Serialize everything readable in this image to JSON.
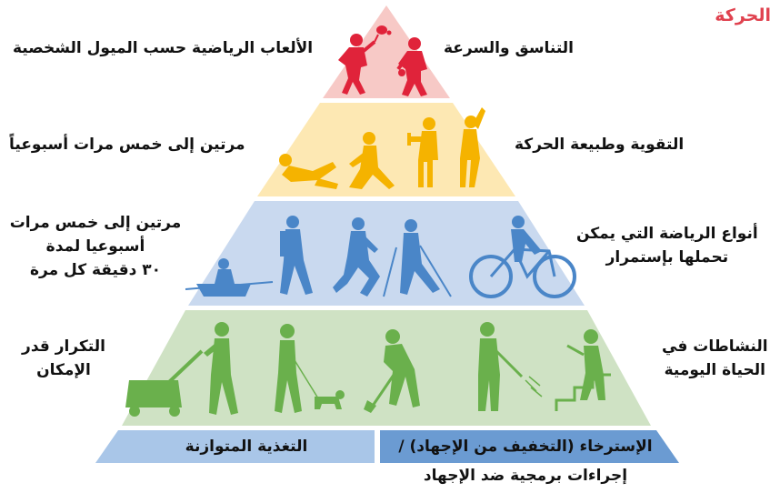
{
  "title": "الحركة",
  "tiers": [
    {
      "id": "top",
      "right_label": [
        "التناسق والسرعة"
      ],
      "left_label": [
        "الألعاب الرياضية حسب الميول الشخصية"
      ],
      "color": "#f7c9c6",
      "figure_color": "#e0233a",
      "figures": [
        "table-tennis-player-icon",
        "table-tennis-player-icon"
      ]
    },
    {
      "id": "second",
      "right_label": [
        "التقوية وطبيعة الحركة"
      ],
      "left_label": [
        "مرتين إلى خمس مرات أسبوعياً"
      ],
      "color": "#fde8b3",
      "figure_color": "#f5b300",
      "figures": [
        "situp-icon",
        "lunge-stretch-icon",
        "dumbbell-curl-icon",
        "side-stretch-icon"
      ]
    },
    {
      "id": "third",
      "right_label": [
        "أنواع الرياضة التي يمكن",
        "تحملها بإستمرار"
      ],
      "left_label": [
        "مرتين إلى خمس مرات",
        "أسبوعيا لمدة",
        "٣٠ دقيقة كل مرة"
      ],
      "color": "#c9d9ef",
      "figure_color": "#4a86c8",
      "figures": [
        "rowing-icon",
        "hiking-icon",
        "jogging-icon",
        "nordic-walking-icon",
        "cycling-icon"
      ]
    },
    {
      "id": "base",
      "right_label": [
        "النشاطات في",
        "الحياة اليومية"
      ],
      "left_label": [
        "التكرار قدر",
        "الإمكان"
      ],
      "color": "#cfe2c4",
      "figure_color": "#6ab04c",
      "figures": [
        "lawn-mowing-icon",
        "dog-walking-icon",
        "shoveling-icon",
        "watering-plants-icon",
        "stair-climbing-icon"
      ]
    }
  ],
  "bottom_bars": {
    "nutrition": "التغذية المتوازنة",
    "relaxation_line1": "الإسترخاء (التخفيف من الإجهاد) /",
    "relaxation_line2": "إجراءات برمجية ضد الإجهاد",
    "nutrition_color": "#a9c6e8",
    "relaxation_color": "#6b9bd2"
  }
}
